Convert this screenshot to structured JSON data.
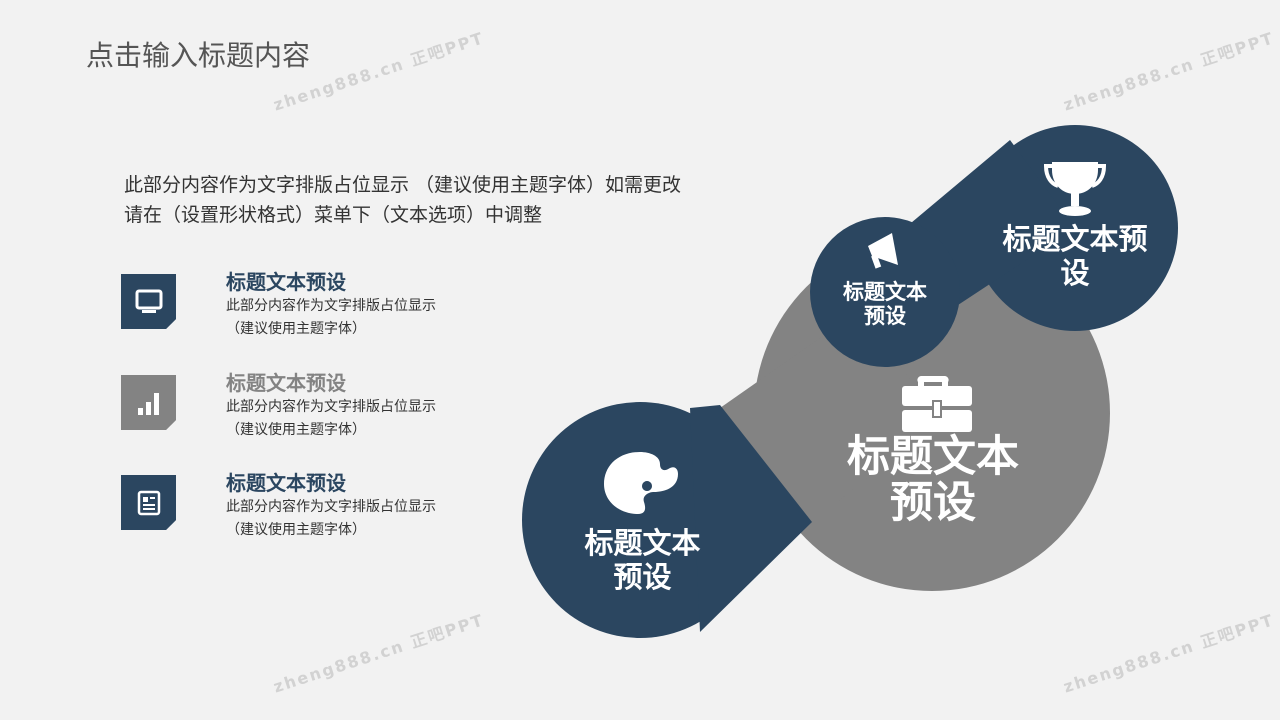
{
  "title": "点击输入标题内容",
  "intro": "此部分内容作为文字排版占位显示 （建议使用主题字体）如需更改请在（设置形状格式）菜单下（文本选项）中调整",
  "items": [
    {
      "heading": "标题文本预设",
      "line1": "此部分内容作为文字排版占位显示",
      "line2": "（建议使用主题字体）",
      "icon": "monitor-icon",
      "color": "#2b4660"
    },
    {
      "heading": "标题文本预设",
      "line1": "此部分内容作为文字排版占位显示",
      "line2": "（建议使用主题字体）",
      "icon": "bar-chart-icon",
      "color": "#838383"
    },
    {
      "heading": "标题文本预设",
      "line1": "此部分内容作为文字排版占位显示",
      "line2": "（建议使用主题字体）",
      "icon": "document-icon",
      "color": "#2b4660"
    }
  ],
  "diagram": {
    "palette": {
      "label": "标题文本预设",
      "icon": "palette-icon"
    },
    "center": {
      "label": "标题文本预设",
      "icon": "toolbox-icon"
    },
    "megaphone": {
      "label": "标题文本预设",
      "icon": "megaphone-icon"
    },
    "trophy": {
      "label": "标题文本预设",
      "icon": "trophy-icon"
    }
  },
  "watermark": "zheng888.cn 正吧PPT",
  "colors": {
    "dark": "#2b4660",
    "gray": "#838383",
    "bg": "#f2f2f2"
  }
}
